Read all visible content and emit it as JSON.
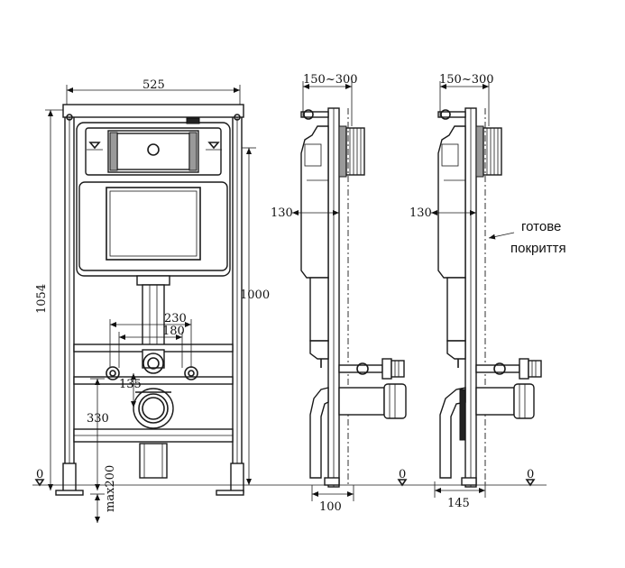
{
  "front_view": {
    "width_label": "525",
    "total_height_label": "1054",
    "frame_height_label": "1000",
    "drain_spacing_outer_label": "230",
    "drain_spacing_inner_label": "180",
    "water_inlet_offset_label": "135",
    "drain_height_label": "330",
    "floor_adjust_label": "max200",
    "zero_left_label": "0"
  },
  "side_view_a": {
    "depth_range_label": "150~300",
    "tank_depth_label": "130",
    "wall_offset_label": "100",
    "zero_label": "0"
  },
  "side_view_b": {
    "depth_range_label": "150~300",
    "tank_depth_label": "130",
    "wall_offset_label": "145",
    "zero_label": "0",
    "finish_line": "готове",
    "finish_line_2": "покриття"
  }
}
